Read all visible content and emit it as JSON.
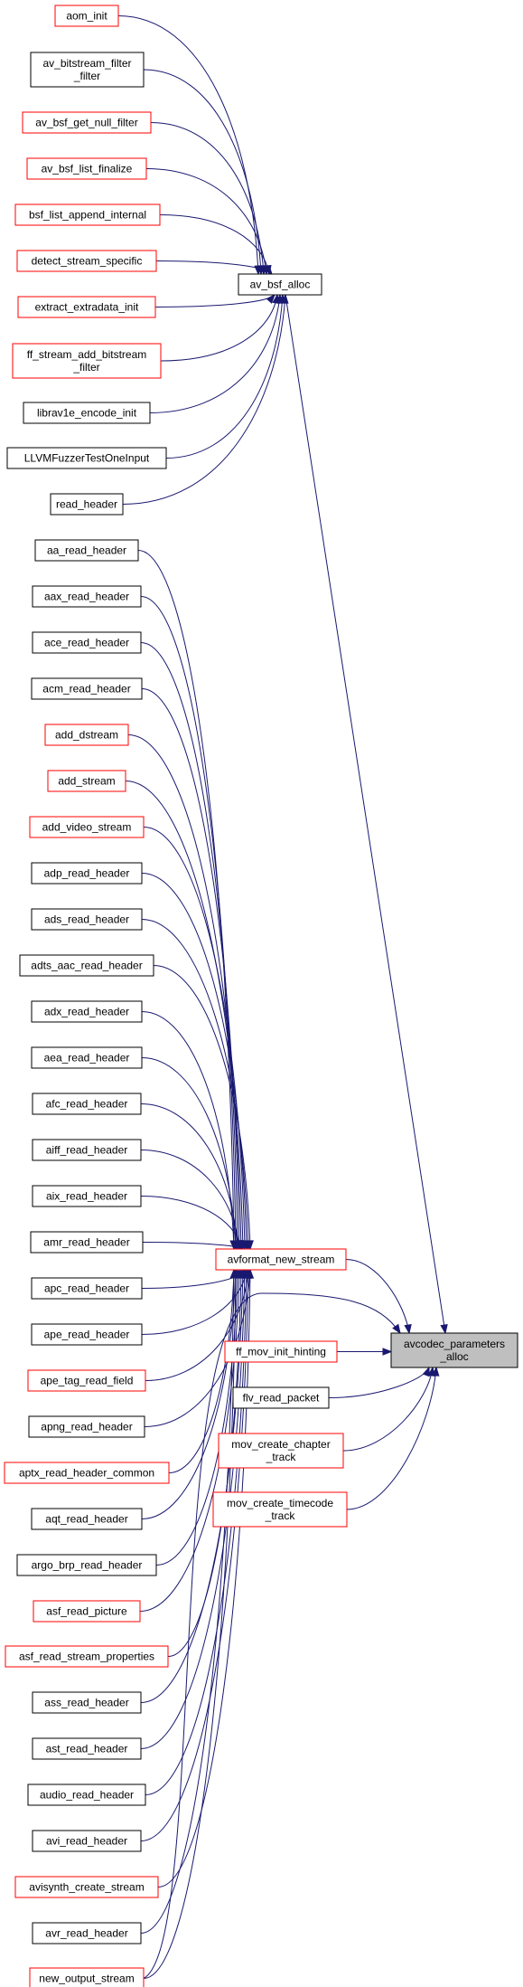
{
  "colors": {
    "edge": "#191970",
    "link_border": "#ff0000",
    "plain_border": "#000000",
    "focus_fill": "#bfbfbf",
    "background": "#ffffff"
  },
  "nodes": {
    "aom_init": "aom_init",
    "av_bitstream_filter_filter": [
      "av_bitstream_filter",
      "_filter"
    ],
    "av_bsf_get_null_filter": "av_bsf_get_null_filter",
    "av_bsf_list_finalize": "av_bsf_list_finalize",
    "bsf_list_append_internal": "bsf_list_append_internal",
    "detect_stream_specific": "detect_stream_specific",
    "extract_extradata_init": "extract_extradata_init",
    "ff_stream_add_bitstream_filter": [
      "ff_stream_add_bitstream",
      "_filter"
    ],
    "librav1e_encode_init": "librav1e_encode_init",
    "LLVMFuzzerTestOneInput": "LLVMFuzzerTestOneInput",
    "read_header": "read_header",
    "av_bsf_alloc": "av_bsf_alloc",
    "aa_read_header": "aa_read_header",
    "aax_read_header": "aax_read_header",
    "ace_read_header": "ace_read_header",
    "acm_read_header": "acm_read_header",
    "add_dstream": "add_dstream",
    "add_stream": "add_stream",
    "add_video_stream": "add_video_stream",
    "adp_read_header": "adp_read_header",
    "ads_read_header": "ads_read_header",
    "adts_aac_read_header": "adts_aac_read_header",
    "adx_read_header": "adx_read_header",
    "aea_read_header": "aea_read_header",
    "afc_read_header": "afc_read_header",
    "aiff_read_header": "aiff_read_header",
    "aix_read_header": "aix_read_header",
    "amr_read_header": "amr_read_header",
    "apc_read_header": "apc_read_header",
    "ape_read_header": "ape_read_header",
    "ape_tag_read_field": "ape_tag_read_field",
    "apng_read_header": "apng_read_header",
    "aptx_read_header_common": "aptx_read_header_common",
    "aqt_read_header": "aqt_read_header",
    "argo_brp_read_header": "argo_brp_read_header",
    "asf_read_picture": "asf_read_picture",
    "asf_read_stream_properties": "asf_read_stream_properties",
    "ass_read_header": "ass_read_header",
    "ast_read_header": "ast_read_header",
    "audio_read_header": "audio_read_header",
    "avi_read_header": "avi_read_header",
    "avisynth_create_stream": "avisynth_create_stream",
    "avr_read_header": "avr_read_header",
    "new_output_stream": "new_output_stream",
    "avformat_new_stream": "avformat_new_stream",
    "ff_mov_init_hinting": "ff_mov_init_hinting",
    "flv_read_packet": "flv_read_packet",
    "mov_create_chapter_track": [
      "mov_create_chapter",
      "_track"
    ],
    "mov_create_timecode_track": [
      "mov_create_timecode",
      "_track"
    ],
    "avcodec_parameters_alloc": [
      "avcodec_parameters",
      "_alloc"
    ]
  }
}
